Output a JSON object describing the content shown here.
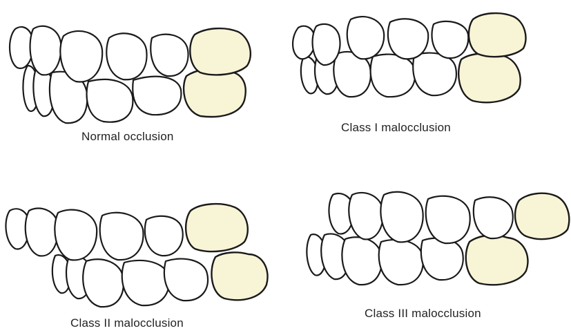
{
  "panels": [
    {
      "caption": "Normal occlusion"
    },
    {
      "caption": "Class I malocclusion"
    },
    {
      "caption": "Class II malocclusion"
    },
    {
      "caption": "Class III malocclusion"
    }
  ],
  "colors": {
    "molar_fill": "#f8f4d6",
    "tooth_fill": "#ffffff",
    "outline": "#1a1a1a"
  }
}
